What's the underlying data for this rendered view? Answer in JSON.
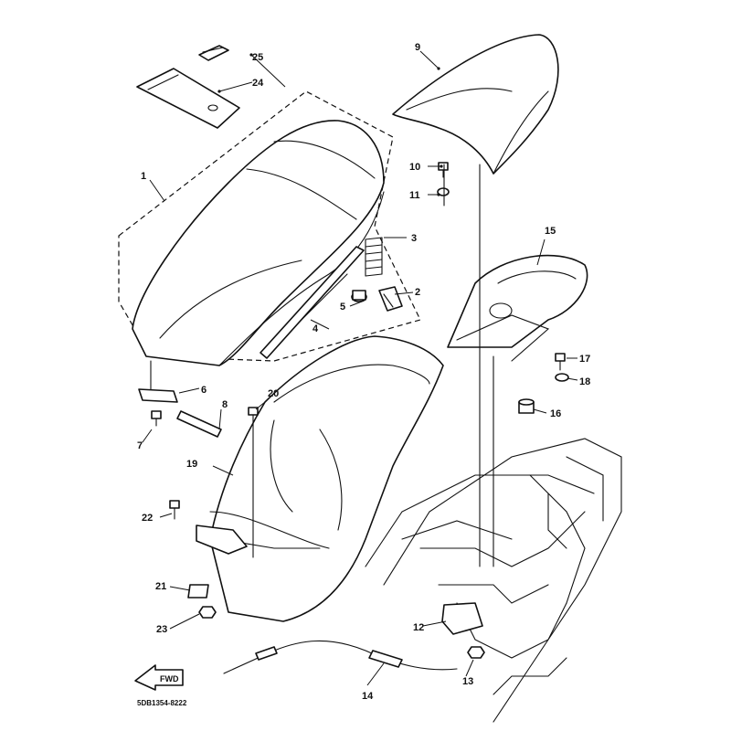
{
  "diagram": {
    "figure_code": "5DB1354-8222",
    "direction_arrow_label": "FWD"
  },
  "parts": [
    {
      "id": "1",
      "label": "1"
    },
    {
      "id": "2",
      "label": "2"
    },
    {
      "id": "3",
      "label": "3"
    },
    {
      "id": "4",
      "label": "4"
    },
    {
      "id": "5",
      "label": "5"
    },
    {
      "id": "6",
      "label": "6"
    },
    {
      "id": "7",
      "label": "7"
    },
    {
      "id": "8",
      "label": "8"
    },
    {
      "id": "9",
      "label": "9"
    },
    {
      "id": "10",
      "label": "10"
    },
    {
      "id": "11",
      "label": "11"
    },
    {
      "id": "12",
      "label": "12"
    },
    {
      "id": "13",
      "label": "13"
    },
    {
      "id": "14",
      "label": "14"
    },
    {
      "id": "15",
      "label": "15"
    },
    {
      "id": "16",
      "label": "16"
    },
    {
      "id": "17",
      "label": "17"
    },
    {
      "id": "18",
      "label": "18"
    },
    {
      "id": "19",
      "label": "19"
    },
    {
      "id": "20",
      "label": "20"
    },
    {
      "id": "21",
      "label": "21"
    },
    {
      "id": "22",
      "label": "22"
    },
    {
      "id": "23",
      "label": "23"
    },
    {
      "id": "24",
      "label": "24"
    },
    {
      "id": "25",
      "label": "25"
    }
  ]
}
